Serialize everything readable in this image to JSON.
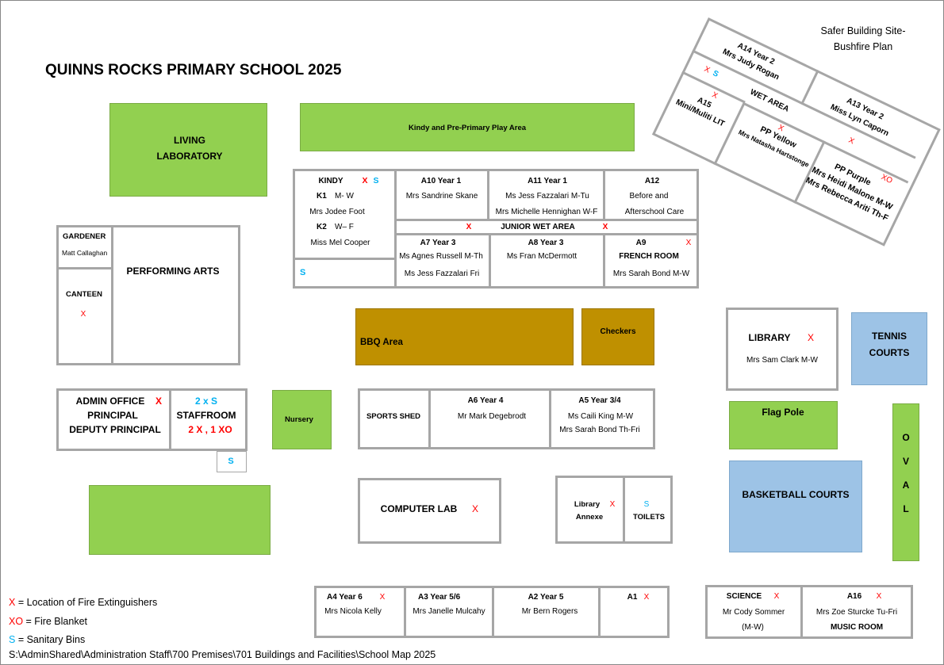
{
  "title": "QUINNS ROCKS PRIMARY SCHOOL 2025",
  "subtitle": [
    "Safer Building Site-",
    "Bushfire Plan"
  ],
  "colors": {
    "green_area": "#92d050",
    "bbq_area": "#bf9000",
    "court_area": "#9dc3e6",
    "fire_marker": "#ff0000",
    "sanitary_marker": "#00b0f0",
    "wall": "#a6a6a6"
  },
  "markers": {
    "x": "X",
    "xo": "XO",
    "s": "S",
    "two_s": "2 x S",
    "staff_fire": "2 X ,  1 XO"
  },
  "areas": {
    "living_lab": [
      "LIVING",
      "LABORATORY"
    ],
    "kindy_play": "Kindy and Pre-Primary Play Area",
    "bbq": "BBQ Area",
    "checkers": "Checkers",
    "tennis": [
      "TENNIS",
      "COURTS"
    ],
    "nursery": "Nursery",
    "flag_pole": "Flag Pole",
    "oval": [
      "O",
      "V",
      "A",
      "L"
    ],
    "basketball": "BASKETBALL COURTS"
  },
  "junior_block": {
    "kindy": {
      "title": "KINDY",
      "k1": "K1",
      "k1_days": "M- W",
      "k1_teacher": "Mrs Jodee Foot",
      "k2": "K2",
      "k2_days": "W– F",
      "k2_teacher": "Miss Mel Cooper"
    },
    "a10": {
      "title": "A10   Year 1",
      "teacher": "Mrs Sandrine Skane"
    },
    "a11": {
      "title": "A11   Year 1",
      "teachers": [
        "Ms Jess Fazzalari M-Tu",
        "Mrs Michelle Hennighan W-F"
      ]
    },
    "a12": {
      "title": "A12",
      "lines": [
        "Before and",
        "Afterschool Care"
      ]
    },
    "wet_area": "JUNIOR WET AREA",
    "a7": {
      "title": "A7 Year 3",
      "teachers": [
        "Ms Agnes Russell M-Th",
        "Ms Jess Fazzalari Fri"
      ]
    },
    "a8": {
      "title": "A8   Year 3",
      "teacher": "Ms Fran McDermott"
    },
    "a9": {
      "title": "A9",
      "room": "FRENCH ROOM",
      "teacher": "Mrs Sarah Bond M-W"
    }
  },
  "gardener": {
    "title": "GARDENER",
    "name": "Matt Callaghan"
  },
  "canteen": "CANTEEN",
  "performing_arts": "PERFORMING ARTS",
  "library": {
    "title": "LIBRARY",
    "teacher": "Mrs Sam Clark M-W"
  },
  "admin": {
    "lines": [
      "ADMIN OFFICE",
      "PRINCIPAL",
      "DEPUTY PRINCIPAL"
    ],
    "staffroom": "STAFFROOM"
  },
  "sports_block": {
    "shed": "SPORTS SHED",
    "a6": {
      "title": "A6   Year 4",
      "teacher": "Mr Mark Degebrodt"
    },
    "a5": {
      "title": "A5   Year 3/4",
      "teachers": [
        "Ms Caili King M-W",
        "Mrs Sarah Bond Th-Fri"
      ]
    }
  },
  "computer_lab": "COMPUTER LAB",
  "annexe": {
    "lines": [
      "Library",
      "Annexe"
    ],
    "toilets": "TOILETS"
  },
  "senior_block": {
    "a4": {
      "title": "A4   Year 6",
      "teacher": "Mrs Nicola Kelly"
    },
    "a3": {
      "title": "A3   Year 5/6",
      "teacher": "Mrs Janelle Mulcahy"
    },
    "a2": {
      "title": "A2  Year 5",
      "teacher": "Mr Bern Rogers"
    },
    "a1": {
      "title": "A1"
    }
  },
  "science_block": {
    "science": {
      "title": "SCIENCE",
      "teacher": "Mr Cody Sommer",
      "days": "(M-W)"
    },
    "a16": {
      "title": "A16",
      "teacher": "Mrs Zoe Sturcke Tu-Fri",
      "room": "MUSIC ROOM"
    }
  },
  "pp_block": {
    "a14": {
      "title": "A14   Year 2",
      "teacher": "Mrs Judy Rogan"
    },
    "a13": {
      "title": "A13   Year 2",
      "teacher": "Miss Lyn Caporn"
    },
    "wet_area": "WET AREA",
    "a15": {
      "title": "A15",
      "name": "Mini/Muliti LIT"
    },
    "pp_yellow": {
      "title": "PP Yellow",
      "teacher": "Mrs Natasha Hartstonge"
    },
    "pp_purple": {
      "title": "PP Purple",
      "teachers": [
        "Mrs Heidi Malone M-W",
        "Mrs Rebecca Ariti  Th-F"
      ]
    }
  },
  "legend": [
    {
      "symbol": "X",
      "text": " = Location of Fire Extinguishers"
    },
    {
      "symbol": "XO",
      "text": " = Fire Blanket"
    },
    {
      "symbol": "S",
      "text": " = Sanitary Bins"
    }
  ],
  "file_path": "S:\\AdminShared\\Administration Staff\\700 Premises\\701 Buildings and Facilities\\School Map 2025"
}
